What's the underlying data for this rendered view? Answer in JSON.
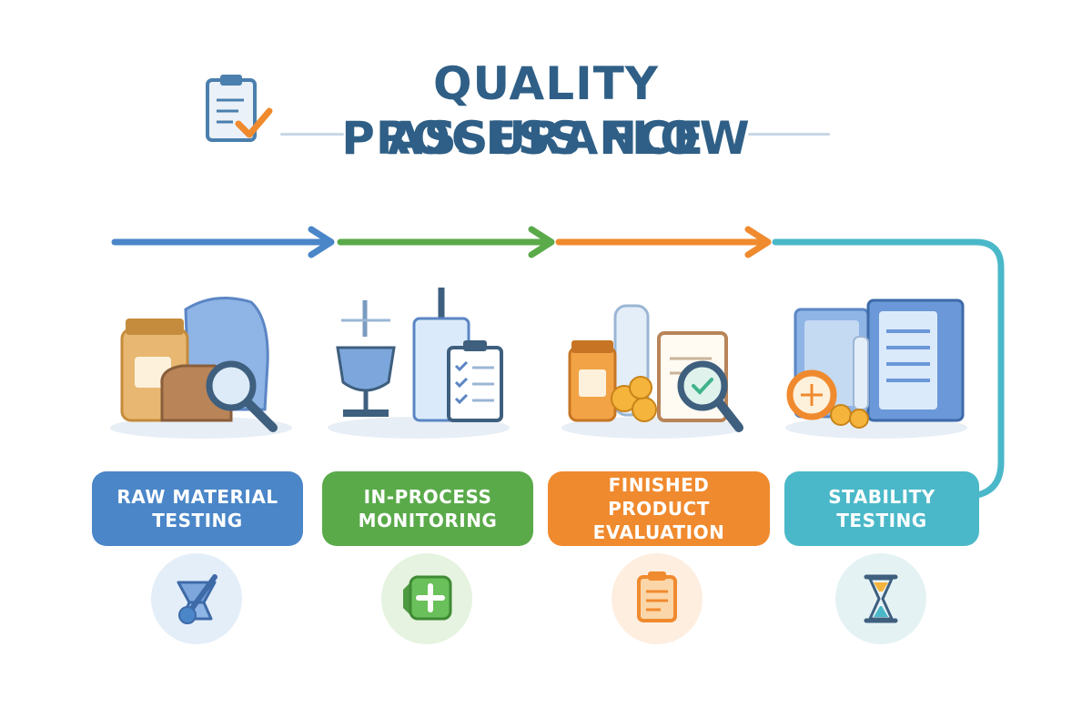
{
  "title": {
    "line1": "QUALITY ASSURANCE",
    "line2": "PROCESS FLOW"
  },
  "stages": [
    {
      "label": "RAW MATERIAL TESTING",
      "color": "#4a86c8",
      "icon": "raw-materials-magnifier",
      "bottom_icon": "mortar-pestle-icon"
    },
    {
      "label": "IN-PROCESS MONITORING",
      "color": "#5aaa4a",
      "icon": "equipment-clipboard",
      "bottom_icon": "medical-plus-icon"
    },
    {
      "label": "FINISHED PRODUCT EVALUATION",
      "color": "#f08a2e",
      "icon": "products-magnifier-check",
      "bottom_icon": "clipboard-icon"
    },
    {
      "label": "STABILITY TESTING",
      "color": "#4ab8c8",
      "icon": "storage-cabinet-vials",
      "bottom_icon": "hourglass-icon"
    }
  ],
  "colors": {
    "title": "#2f5f86",
    "arrow_blue": "#4a86c8",
    "arrow_green": "#5aaa4a",
    "arrow_orange": "#f08a2e",
    "arrow_teal": "#4ab8c8"
  }
}
